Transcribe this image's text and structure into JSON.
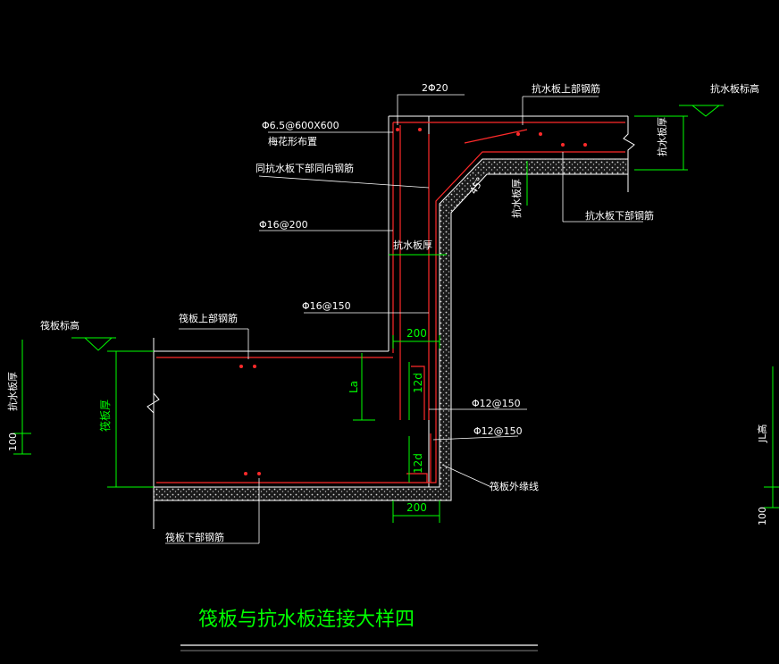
{
  "title": "筏板与抗水板连接大样四",
  "labels": {
    "top_bar": "2Φ20",
    "tie_spec": "Φ6.5@600X600",
    "tie_note": "梅花形布置",
    "same_bottom": "同抗水板下部同向钢筋",
    "wall_bar": "Φ16@200",
    "ws_thick": "抗水板厚",
    "vert_bar": "Φ16@150",
    "ws_top_rebar": "抗水板上部钢筋",
    "ws_level": "抗水板标高",
    "ws_thick_right": "抗水板厚",
    "ws_thick_mid": "抗水板厚",
    "ws_bottom_rebar": "抗水板下部钢筋",
    "angle": "45°",
    "raft_level": "筏板标高",
    "raft_top_rebar": "筏板上部钢筋",
    "ws_thick_left": "抗水板厚",
    "dim_100_left": "100",
    "raft_thick": "筏板厚",
    "lap_len": "La",
    "dim_200_top": "200",
    "dim_12d_top": "12d",
    "dim_12d_bottom": "12d",
    "phi12_a": "Φ12@150",
    "phi12_b": "Φ12@150",
    "raft_edge": "筏板外缘线",
    "raft_bottom_rebar": "筏板下部钢筋",
    "dim_200_bottom": "200",
    "jl_height": "JL高",
    "dim_100_right": "100"
  }
}
